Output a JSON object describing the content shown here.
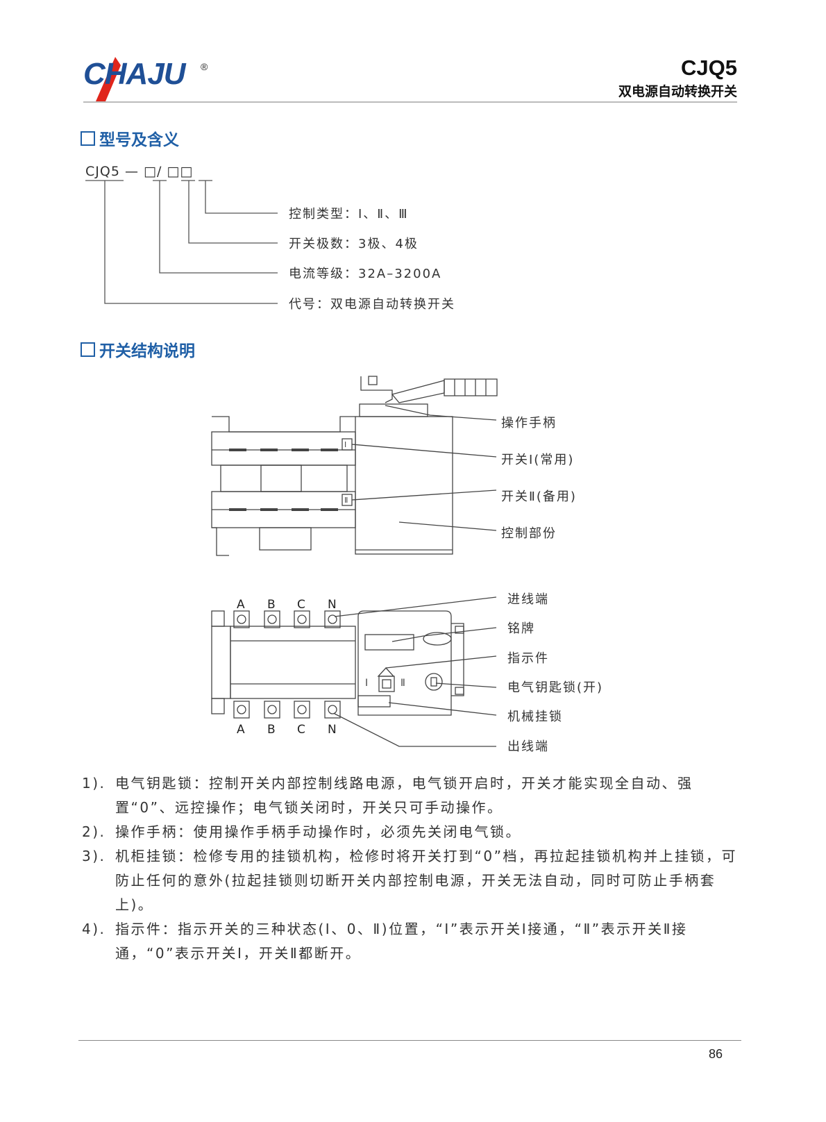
{
  "header": {
    "logo_text": "CHAJU",
    "registered_mark": "®",
    "model": "CJQ5",
    "product_name": "双电源自动转换开关"
  },
  "section1": {
    "title": "型号及含义",
    "code": "CJQ5 — □/ □□",
    "items": [
      "控制类型：Ⅰ、Ⅱ、Ⅲ",
      "开关极数：3极、4极",
      "电流等级：32A–3200A",
      "代号：双电源自动转换开关"
    ]
  },
  "section2": {
    "title": "开关结构说明",
    "side_labels": [
      "操作手柄",
      "开关Ⅰ(常用)",
      "开关Ⅱ(备用)",
      "控制部份"
    ],
    "front_labels": [
      "进线端",
      "铭牌",
      "指示件",
      "电气钥匙锁(开)",
      "机械挂锁",
      "出线端"
    ],
    "phases": [
      "A",
      "B",
      "C",
      "N"
    ],
    "marks": [
      "Ⅰ",
      "Ⅱ"
    ]
  },
  "notes": [
    {
      "num": "1).",
      "text": "电气钥匙锁：控制开关内部控制线路电源，电气锁开启时，开关才能实现全自动、强置“0”、远控操作；电气锁关闭时，开关只可手动操作。"
    },
    {
      "num": "2).",
      "text": "操作手柄：使用操作手柄手动操作时，必须先关闭电气锁。"
    },
    {
      "num": "3).",
      "text": "机柜挂锁：检修专用的挂锁机构，检修时将开关打到“0”档，再拉起挂锁机构并上挂锁，可防止任何的意外(拉起挂锁则切断开关内部控制电源，开关无法自动，同时可防止手柄套上)。"
    },
    {
      "num": "4).",
      "text": "指示件：指示开关的三种状态(Ⅰ、0、Ⅱ)位置，“Ⅰ”表示开关Ⅰ接通，“Ⅱ”表示开关Ⅱ接通，“0”表示开关Ⅰ，开关Ⅱ都断开。"
    }
  ],
  "footer": {
    "page": "86"
  }
}
